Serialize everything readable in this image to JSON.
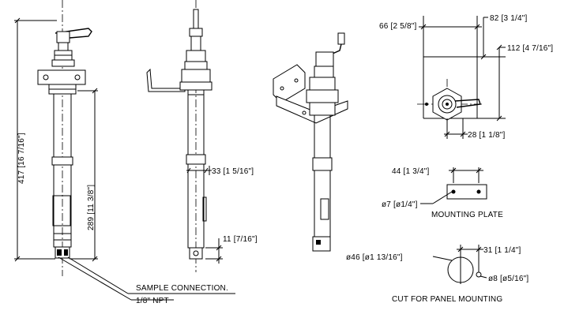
{
  "dimensions": {
    "overall_height": "417 [16 7/16\"]",
    "probe_length": "289 [11 3/8\"]",
    "tube_diameter": "33 [1 5/16\"]",
    "tip_length": "11 [7/16\"]",
    "plate_width": "66 [2 5/8\"]",
    "top_offset": "82 [3 1/4\"]",
    "plate_height": "112 [4 7/16\"]",
    "center_offset": "28 [1 1/8\"]",
    "hole_spacing": "44 [1 3/4\"]",
    "hole_diameter": "ø7 [ø1/4\"]",
    "cutout_offset": "31 [1 1/4\"]",
    "cutout_diameter": "ø46 [ø1 13/16\"]",
    "pin_diameter": "ø8 [ø5/16\"]"
  },
  "labels": {
    "sample_connection": "SAMPLE CONNECTION.",
    "npt": "1/8\" NPT",
    "mounting_plate": "MOUNTING PLATE",
    "panel_cut": "CUT FOR PANEL MOUNTING"
  }
}
